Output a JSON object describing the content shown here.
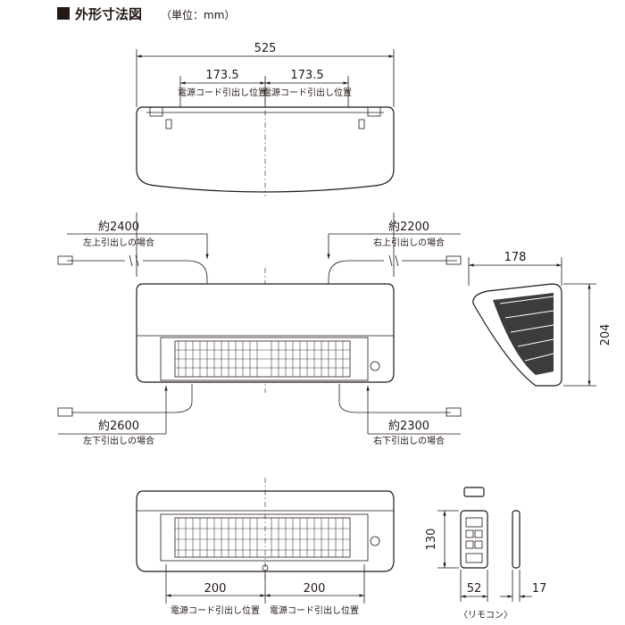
{
  "title": "外形寸法図",
  "unit": "（単位：mm）",
  "front_view": {
    "overall_width": "525",
    "left_offset": "173.5",
    "right_offset": "173.5",
    "cord_position_left": "電源コード引出し位置",
    "cord_position_right": "電源コード引出し位置"
  },
  "cords": {
    "top_left_length": "約2400",
    "top_left_label": "左上引出しの場合",
    "top_right_length": "約2200",
    "top_right_label": "右上引出しの場合",
    "bottom_left_length": "約2600",
    "bottom_left_label": "左下引出しの場合",
    "bottom_right_length": "約2300",
    "bottom_right_label": "右下引出しの場合"
  },
  "side_view": {
    "depth": "178",
    "height": "204"
  },
  "bottom_view": {
    "left_offset": "200",
    "right_offset": "200",
    "cord_position_left": "電源コード引出し位置",
    "cord_position_right": "電源コード引出し位置"
  },
  "remote": {
    "height": "130",
    "width": "52",
    "thickness": "17",
    "label": "〈リモコン〉"
  },
  "colors": {
    "line": "#231815",
    "background": "#ffffff",
    "grille": "#3c3c3c"
  }
}
